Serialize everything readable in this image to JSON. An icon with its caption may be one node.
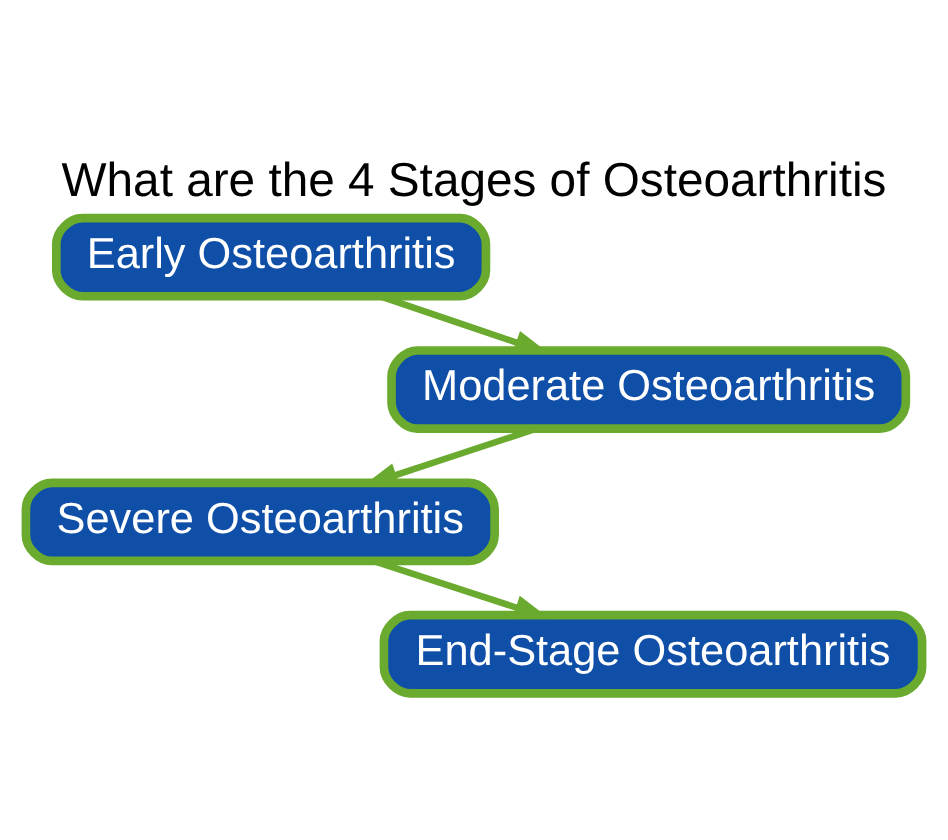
{
  "diagram": {
    "title": "What are the 4 Stages of Osteoarthritis",
    "nodes": [
      {
        "text": [
          "Early Osteoarthritis"
        ]
      },
      {
        "text": [
          "Moderate Osteoarthritis"
        ]
      },
      {
        "text": [
          "Severe Osteoarthritis"
        ]
      },
      {
        "text": [
          "End-Stage Osteoarthritis"
        ]
      }
    ],
    "edges": [
      {
        "from": 0,
        "to": 1,
        "arrow": "to"
      },
      {
        "from": 1,
        "to": 2,
        "arrow": "to"
      },
      {
        "from": 2,
        "to": 3,
        "arrow": "to"
      }
    ]
  }
}
